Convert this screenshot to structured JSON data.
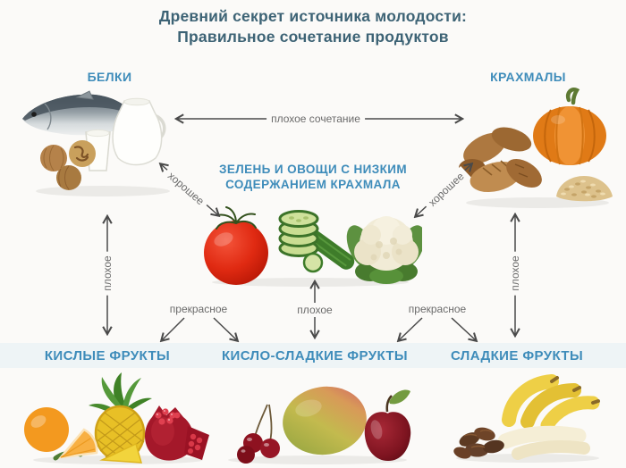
{
  "title": {
    "line1": "Древний секрет источника молодости:",
    "line2": "Правильное сочетание продуктов"
  },
  "colors": {
    "background": "#fbfaf8",
    "title_text": "#3d6375",
    "node_label": "#3e8cba",
    "arrow": "#4a4a4a",
    "arrow_label": "#6b6b6b",
    "band": "#e4eef4"
  },
  "nodes": {
    "proteins": {
      "label": "БЕЛКИ",
      "icons": [
        "fish-icon",
        "milk-jug-icon",
        "milk-glass-icon",
        "walnuts-icon"
      ]
    },
    "starches": {
      "label": "КРАХМАЛЫ",
      "icons": [
        "pumpkin-icon",
        "bread-icon",
        "grains-icon"
      ]
    },
    "vegetables": {
      "label_line1": "ЗЕЛЕНЬ И ОВОЩИ С НИЗКИМ",
      "label_line2": "СОДЕРЖАНИЕМ КРАХМАЛА",
      "icons": [
        "tomato-icon",
        "cucumber-icon",
        "cauliflower-icon"
      ]
    },
    "sour_fruits": {
      "label": "КИСЛЫЕ ФРУКТЫ",
      "icons": [
        "orange-icon",
        "pineapple-icon",
        "pomegranate-icon"
      ]
    },
    "sour_sweet_fruits": {
      "label": "КИСЛО-СЛАДКИЕ ФРУКТЫ",
      "icons": [
        "cherries-icon",
        "mango-icon",
        "apple-icon"
      ]
    },
    "sweet_fruits": {
      "label": "СЛАДКИЕ ФРУКТЫ",
      "icons": [
        "bananas-icon",
        "dates-icon"
      ]
    }
  },
  "edges": {
    "bad_combo": "плохое сочетание",
    "good_left": "хорошее",
    "good_right": "хорошее",
    "bad_left": "плохое",
    "bad_center": "плохое",
    "bad_right": "плохое",
    "excellent_left": "прекрасное",
    "excellent_right": "прекрасное"
  }
}
